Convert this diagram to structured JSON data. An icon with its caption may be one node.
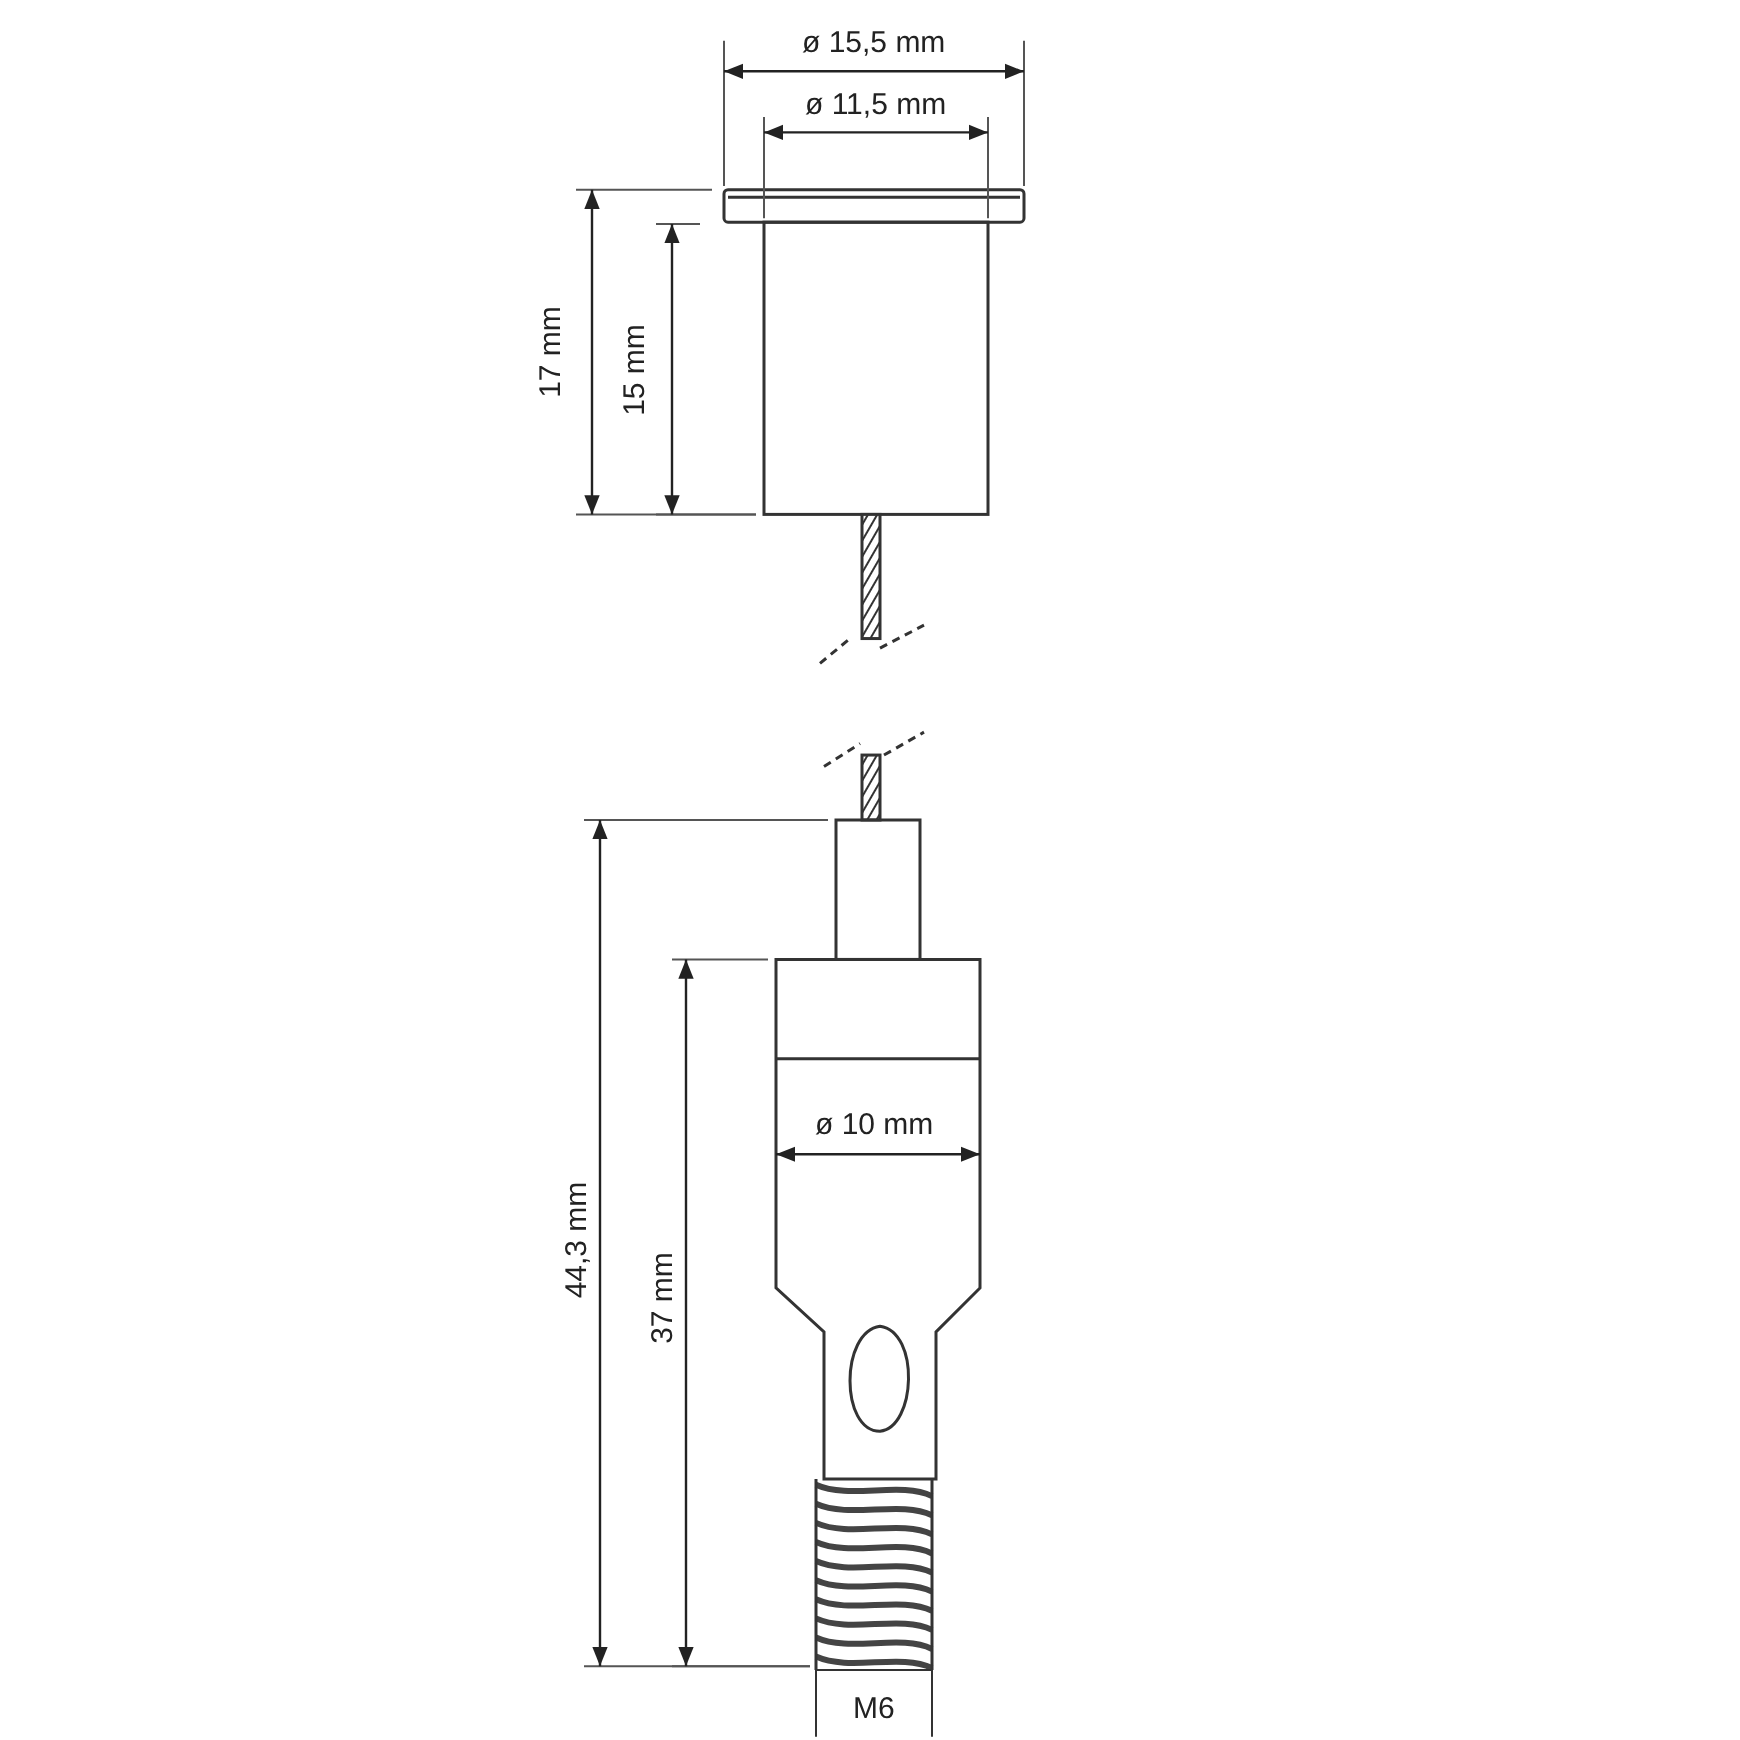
{
  "diagram": {
    "labels": [
      "ø 15,5 mm",
      "ø 11,5 mm",
      "17 mm",
      "15 mm",
      "44,3 mm",
      "37 mm",
      "ø 10 mm",
      "M6"
    ]
  }
}
